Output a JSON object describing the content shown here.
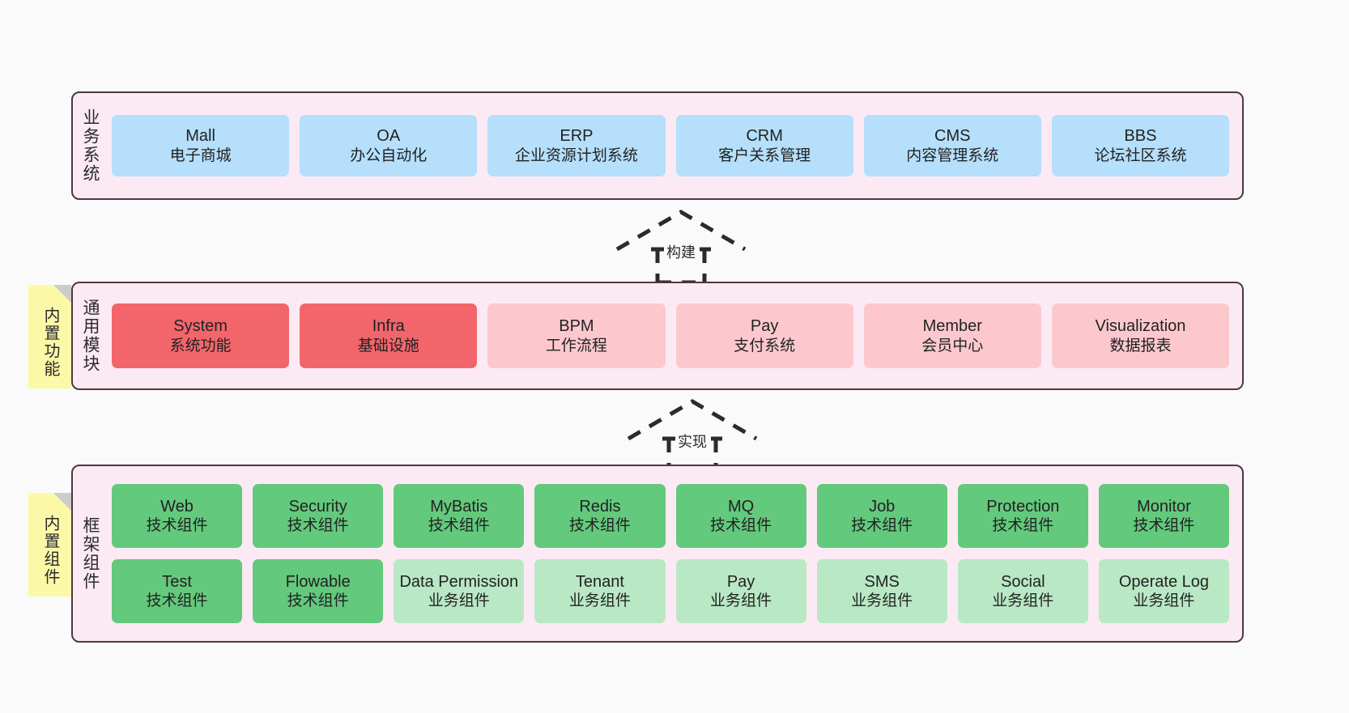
{
  "diagram": {
    "background_color": "#fafafa",
    "layer_band_color": "#fbeaf4",
    "layer_border_color": "#4a3a44",
    "note_color": "#fbf8a8"
  },
  "layers": [
    {
      "id": "business-system",
      "title": "业务系统",
      "note": null,
      "rows": [
        {
          "cards": [
            {
              "name": "Mall",
              "subtitle": "电子商城",
              "color": "#b5dffb",
              "variant": "c-blue"
            },
            {
              "name": "OA",
              "subtitle": "办公自动化",
              "color": "#b5dffb",
              "variant": "c-blue"
            },
            {
              "name": "ERP",
              "subtitle": "企业资源计划系统",
              "color": "#b5dffb",
              "variant": "c-blue"
            },
            {
              "name": "CRM",
              "subtitle": "客户关系管理",
              "color": "#b5dffb",
              "variant": "c-blue"
            },
            {
              "name": "CMS",
              "subtitle": "内容管理系统",
              "color": "#b5dffb",
              "variant": "c-blue"
            },
            {
              "name": "BBS",
              "subtitle": "论坛社区系统",
              "color": "#b5dffb",
              "variant": "c-blue"
            }
          ]
        }
      ]
    },
    {
      "id": "common-module",
      "title": "通用模块",
      "note": "内置功能",
      "rows": [
        {
          "cards": [
            {
              "name": "System",
              "subtitle": "系统功能",
              "color": "#f2666b",
              "variant": "c-red"
            },
            {
              "name": "Infra",
              "subtitle": "基础设施",
              "color": "#f2666b",
              "variant": "c-red"
            },
            {
              "name": "BPM",
              "subtitle": "工作流程",
              "color": "#fcc8ce",
              "variant": "c-pink"
            },
            {
              "name": "Pay",
              "subtitle": "支付系统",
              "color": "#fcc8ce",
              "variant": "c-pink"
            },
            {
              "name": "Member",
              "subtitle": "会员中心",
              "color": "#fcc8ce",
              "variant": "c-pink"
            },
            {
              "name": "Visualization",
              "subtitle": "数据报表",
              "color": "#fcc8ce",
              "variant": "c-pink"
            }
          ]
        }
      ]
    },
    {
      "id": "framework-component",
      "title": "框架组件",
      "note": "内置组件",
      "rows": [
        {
          "cards": [
            {
              "name": "Web",
              "subtitle": "技术组件",
              "color": "#63c97c",
              "variant": "c-green"
            },
            {
              "name": "Security",
              "subtitle": "技术组件",
              "color": "#63c97c",
              "variant": "c-green"
            },
            {
              "name": "MyBatis",
              "subtitle": "技术组件",
              "color": "#63c97c",
              "variant": "c-green"
            },
            {
              "name": "Redis",
              "subtitle": "技术组件",
              "color": "#63c97c",
              "variant": "c-green"
            },
            {
              "name": "MQ",
              "subtitle": "技术组件",
              "color": "#63c97c",
              "variant": "c-green"
            },
            {
              "name": "Job",
              "subtitle": "技术组件",
              "color": "#63c97c",
              "variant": "c-green"
            },
            {
              "name": "Protection",
              "subtitle": "技术组件",
              "color": "#63c97c",
              "variant": "c-green"
            },
            {
              "name": "Monitor",
              "subtitle": "技术组件",
              "color": "#63c97c",
              "variant": "c-green"
            }
          ]
        },
        {
          "cards": [
            {
              "name": "Test",
              "subtitle": "技术组件",
              "color": "#63c97c",
              "variant": "c-green"
            },
            {
              "name": "Flowable",
              "subtitle": "技术组件",
              "color": "#63c97c",
              "variant": "c-green"
            },
            {
              "name": "Data Permission",
              "subtitle": "业务组件",
              "color": "#b9e8c4",
              "variant": "c-lightgreen"
            },
            {
              "name": "Tenant",
              "subtitle": "业务组件",
              "color": "#b9e8c4",
              "variant": "c-lightgreen"
            },
            {
              "name": "Pay",
              "subtitle": "业务组件",
              "color": "#b9e8c4",
              "variant": "c-lightgreen"
            },
            {
              "name": "SMS",
              "subtitle": "业务组件",
              "color": "#b9e8c4",
              "variant": "c-lightgreen"
            },
            {
              "name": "Social",
              "subtitle": "业务组件",
              "color": "#b9e8c4",
              "variant": "c-lightgreen"
            },
            {
              "name": "Operate Log",
              "subtitle": "业务组件",
              "color": "#b9e8c4",
              "variant": "c-lightgreen"
            }
          ]
        }
      ]
    }
  ],
  "connectors": [
    {
      "id": "build",
      "label": "构建",
      "style": "dashed-generalization",
      "from": "common-module",
      "to": "business-system"
    },
    {
      "id": "realize",
      "label": "实现",
      "style": "dashed-generalization",
      "from": "framework-component",
      "to": "common-module"
    }
  ]
}
